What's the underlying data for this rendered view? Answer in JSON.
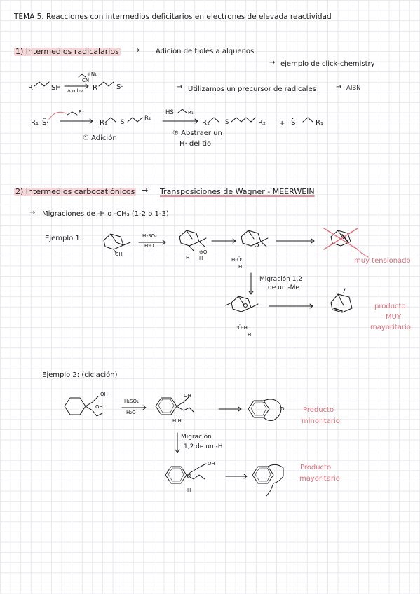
{
  "page": {
    "title": "TEMA 5. Reacciones con intermedios deficitarios en electrones de elevada reactividad"
  },
  "section1": {
    "heading": "1) Intermedios radicalarios",
    "subtitle": "Adición de tioles a alquenos",
    "note_click": "ejemplo de click-chemistry",
    "note_aibn": "Utilizamos un precursor de radicales",
    "aibn": "AIBN",
    "eq1": {
      "reactant": "R",
      "sh": "SH",
      "reagent_top": "CN",
      "reagent_n2": "+N₂",
      "condition": "Δ o hν",
      "product_r": "R",
      "product_s": "S̈·"
    },
    "eq2": {
      "r1s": "R₁–S̈·",
      "alkene": "R₂",
      "intermediate_r1": "R₁",
      "intermediate_s": "S",
      "intermediate_r2": "R₂",
      "step1": "① Adición",
      "reagent_hs": "HS",
      "reagent_r1": "R₁",
      "step2_line1": "② Abstraer un",
      "step2_line2": "H· del tiol",
      "product1_r1": "R₁",
      "product1_s": "S",
      "product1_r2": "R₂",
      "plus": "+",
      "product2": "·S̈",
      "product2_r": "R₁"
    }
  },
  "section2": {
    "heading": "2) Intermedios carbocatiónicos",
    "subtitle": "Transposiciones de Wagner - MEERWEIN",
    "migrations": "Migraciones de -H o -CH₃ (1-2 o 1-3)",
    "example1": {
      "label": "Ejemplo 1:",
      "reagent_top": "H₂SO₄",
      "reagent_bottom": "H₂O",
      "oh": "OH",
      "h_a": "H",
      "h_b": "H",
      "oplus": "⊕O",
      "h2o_label": "H-Ö:",
      "h2o_h": "H",
      "strained": "muy tensionado",
      "migration_line1": "Migración 1,2",
      "migration_line2": "de un -Me",
      "h2o2_label": ":Ö-H",
      "h2o2_h": "H",
      "product_line1": "producto",
      "product_line2": "MUY",
      "product_line3": "mayoritario"
    },
    "example2": {
      "label": "Ejemplo 2: (ciclación)",
      "oh1": "OH",
      "oh2": "OH",
      "reagent_top": "H₂SO₄",
      "reagent_bottom": "H₂O",
      "oh3": "OH",
      "hh": "H H",
      "ring_o": "O",
      "minor_line1": "Producto",
      "minor_line2": "minoritario",
      "migration_line1": "Migración",
      "migration_line2": "1,2 de un -H",
      "oh4": "OH",
      "h_below": "H",
      "major_line1": "Producto",
      "major_line2": "mayoritario"
    }
  },
  "colors": {
    "accent_pink": "#e0707c",
    "highlight": "#f6d7d9",
    "grid": "#e9e9ee",
    "ink": "#1c1c1c"
  }
}
